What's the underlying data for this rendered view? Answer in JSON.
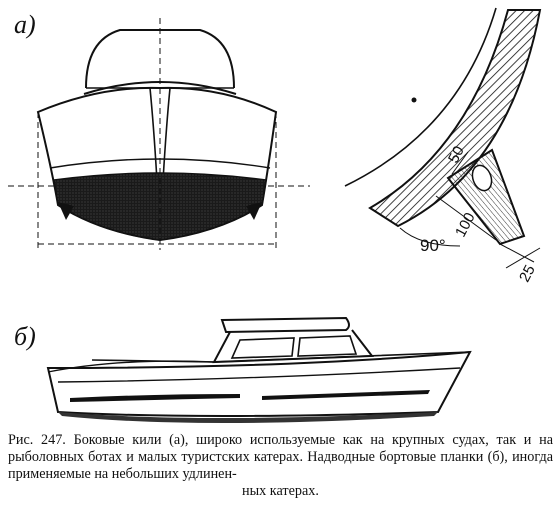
{
  "panels": {
    "a_label": "а)",
    "b_label": "б)"
  },
  "dimensions": {
    "d50": "50",
    "d100": "100",
    "angle": "90°",
    "d25": "25"
  },
  "caption": {
    "line1": "Рис. 247. Боковые кили (а), широко используемые как на крупных судах, так и на рыболовных ботах и малых туристских катерах. Надводные бортовые планки (б), иногда применяемые на небольших удлинен-",
    "line2": "ных катерах."
  }
}
